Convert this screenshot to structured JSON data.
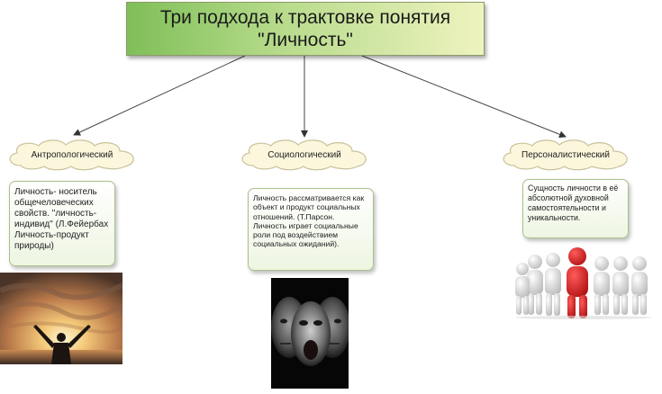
{
  "title": {
    "line1": "Три подхода к трактовке понятия",
    "line2": "\"Личность\""
  },
  "approaches": [
    {
      "label": "Антропологический",
      "description": "Личность- носитель общечеловеческих свойств. \"личность-индивид\" (Л.Фейербах Личность-продукт природы)"
    },
    {
      "label": "Социологический",
      "description": "Личность рассматривается как объект и продукт социальных отношений. (Т.Парсон. Личность играет социальные роли под воздействием социальных ожиданий)."
    },
    {
      "label": "Персоналистический",
      "description": "Сущность личности в её абсолютной духовной самостоятельности и уникальности."
    }
  ],
  "colors": {
    "title_gradient_start": "#7fbf58",
    "title_gradient_end": "#eef3bf",
    "cloud_fill": "#fbf6dc",
    "box_border": "#a9c08a",
    "highlight_figure": "#d71f1f"
  },
  "images": [
    {
      "name": "sunset-silhouette-image"
    },
    {
      "name": "screaming-faces-image"
    },
    {
      "name": "figures-group-image"
    }
  ]
}
